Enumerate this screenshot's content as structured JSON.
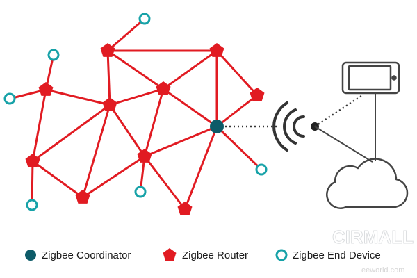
{
  "colors": {
    "router": "#e11b22",
    "coordinator": "#0d5b68",
    "end_device": "#17a2a8",
    "dotted_link": "#333333",
    "device_outline": "#444444"
  },
  "icons": {
    "phone": "smartphone-icon",
    "cloud": "cloud-icon",
    "wireless": "wireless-signal-icon"
  },
  "legend": {
    "coordinator": "Zigbee Coordinator",
    "router": "Zigbee Router",
    "end_device": "Zigbee End Device"
  },
  "watermark": {
    "brand": "CIRMALL",
    "sub": "eeworld.com"
  }
}
